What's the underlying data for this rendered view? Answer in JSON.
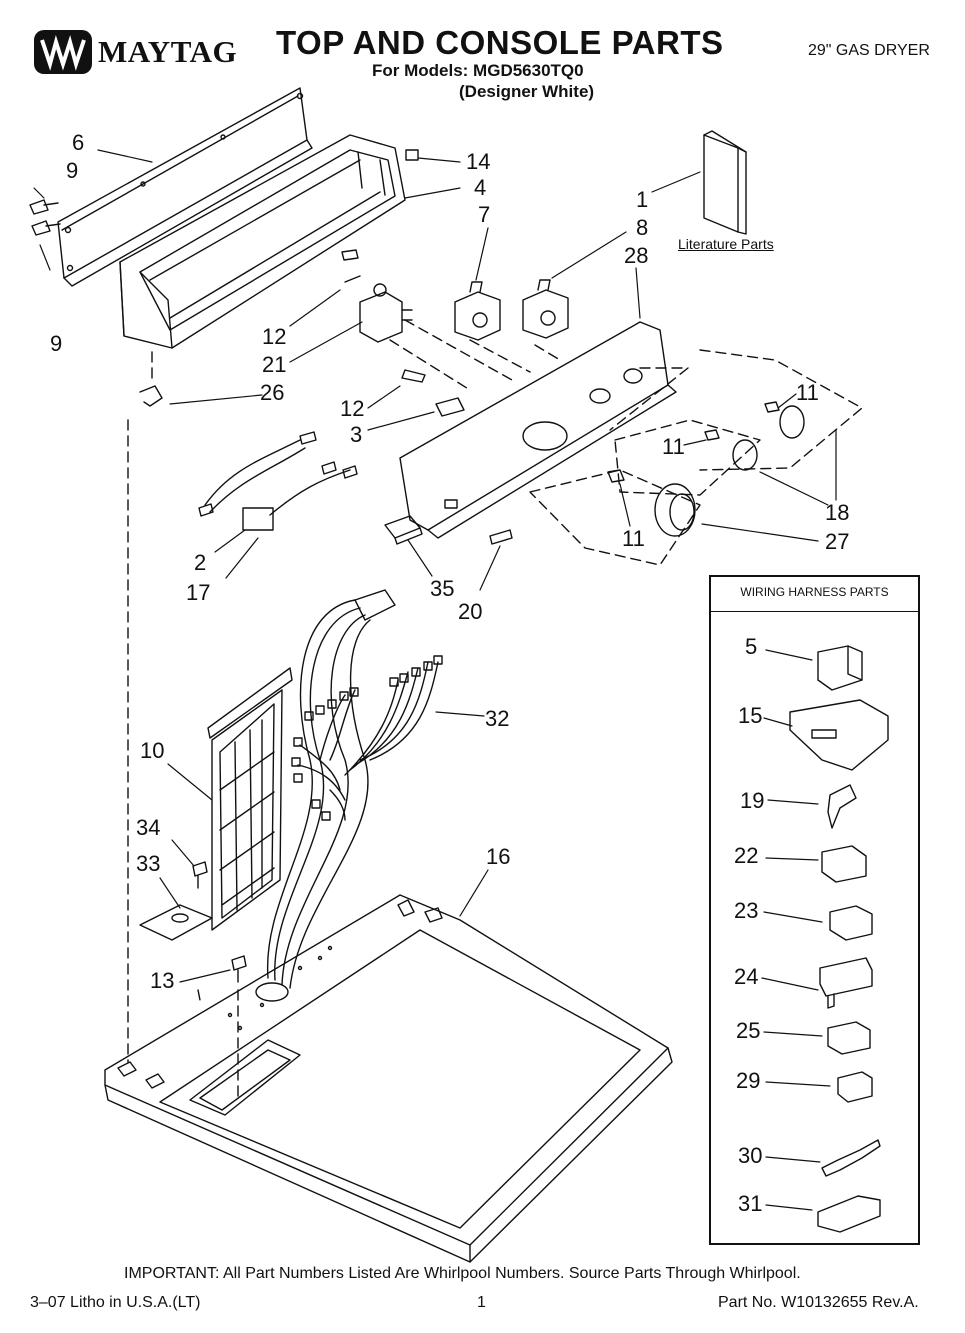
{
  "header": {
    "brand": "MAYTAG",
    "title": "TOP AND CONSOLE PARTS",
    "models": "For Models: MGD5630TQ0",
    "color": "(Designer White)",
    "product": "29\" GAS DRYER"
  },
  "literature_label": "Literature Parts",
  "harness_title": "WIRING HARNESS PARTS",
  "callouts": {
    "c1": "1",
    "c2": "2",
    "c3": "3",
    "c4": "4",
    "c6": "6",
    "c7": "7",
    "c8": "8",
    "c9a": "9",
    "c9b": "9",
    "c10": "10",
    "c11a": "11",
    "c11b": "11",
    "c11c": "11",
    "c12a": "12",
    "c12b": "12",
    "c13": "13",
    "c14": "14",
    "c16": "16",
    "c17": "17",
    "c18": "18",
    "c20": "20",
    "c21": "21",
    "c26": "26",
    "c27": "27",
    "c28": "28",
    "c32": "32",
    "c33": "33",
    "c34": "34",
    "c35": "35"
  },
  "harness_parts": [
    "5",
    "15",
    "19",
    "22",
    "23",
    "24",
    "25",
    "29",
    "30",
    "31"
  ],
  "footer": {
    "important": "IMPORTANT: All Part Numbers Listed Are Whirlpool Numbers. Source Parts Through Whirlpool.",
    "litho": "3–07 Litho in U.S.A.(LT)",
    "page": "1",
    "part_no": "Part No. W10132655 Rev.A."
  }
}
